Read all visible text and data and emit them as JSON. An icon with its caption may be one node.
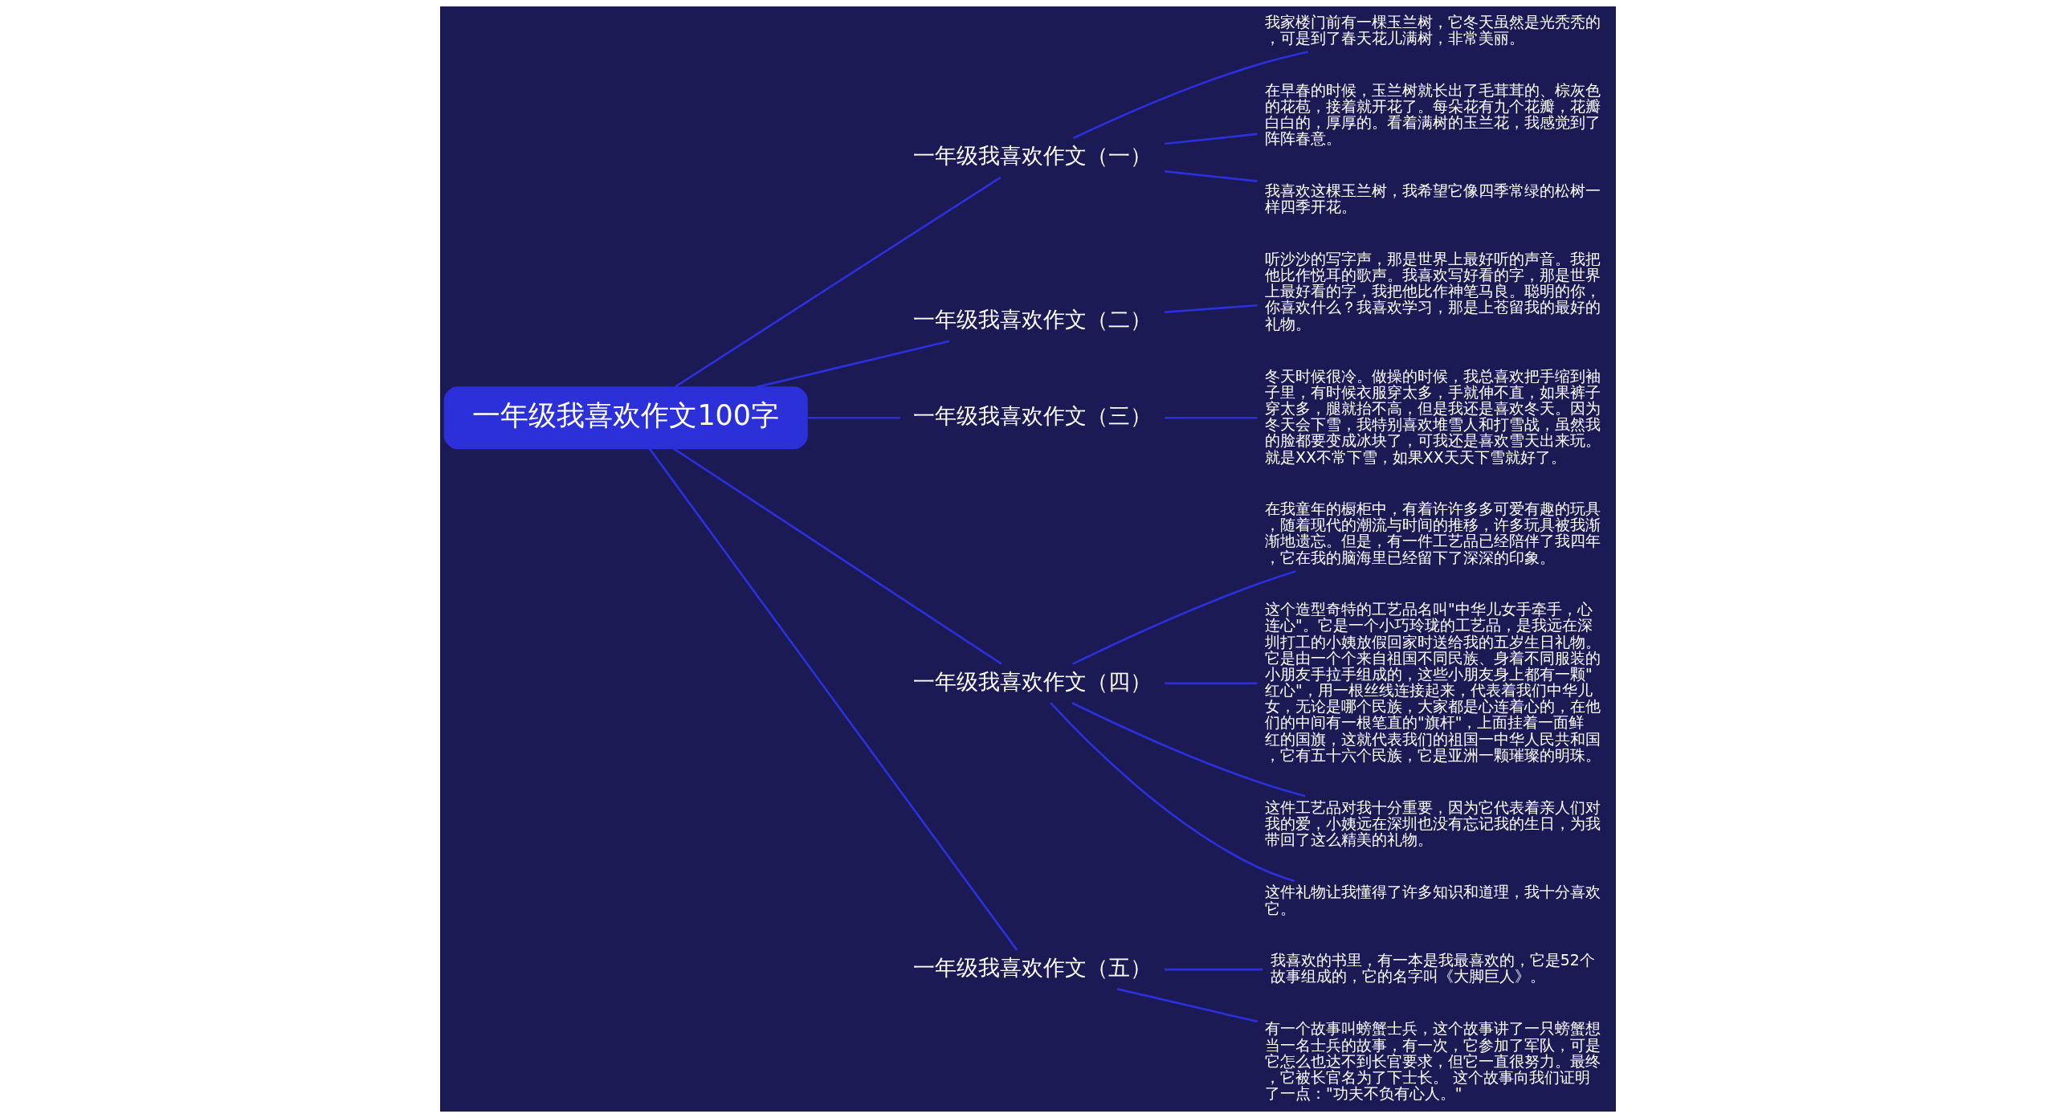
{
  "diagram": {
    "nodes": [
      {
        "text": [
          "一年级我喜欢作文100字"
        ]
      },
      {
        "text": [
          "一年级我喜欢作文（一）"
        ]
      },
      {
        "text": [
          "我家楼门前有一棵玉兰树，它冬天虽然是光秃秃的，可是到了春天花儿满树，非常美丽。"
        ]
      },
      {
        "text": [
          "在早春的时候，玉兰树就长出了毛茸茸的、棕灰色的花苞，接着就开花了。每朵花有九个花瓣，花瓣白白的，厚厚的。看着满树的玉兰花，我感觉到了阵阵春意。"
        ]
      },
      {
        "text": [
          "我喜欢这棵玉兰树，我希望它像四季常绿的松树一样四季开花。"
        ]
      },
      {
        "text": [
          "一年级我喜欢作文（二）"
        ]
      },
      {
        "text": [
          "听沙沙的写字声，那是世界上最好听的声音。我把他比作悦耳的歌声。我喜欢写好看的字，那是世界上最好看的字，我把他比作神笔马良。聪明的你，你喜欢什么？我喜欢学习，那是上苍留我的最好的礼物。"
        ]
      },
      {
        "text": [
          "一年级我喜欢作文（三）"
        ]
      },
      {
        "text": [
          "冬天时候很冷。做操的时候，我总喜欢把手缩到袖子里，有时候衣服穿太多，手就伸不直，如果裤子穿太多，腿就抬不高，但是我还是喜欢冬天。因为冬天会下雪，我特别喜欢堆雪人和打雪战，虽然我的脸都要变成冰块了，可我还是喜欢雪天出来玩。就是XX不常下雪，如果XX天天下雪就好了。"
        ]
      },
      {
        "text": [
          "一年级我喜欢作文（四）"
        ]
      },
      {
        "text": [
          "在我童年的橱柜中，有着许许多多可爱有趣的玩具，随着现代的潮流与时间的推移，许多玩具被我渐渐地遗忘。但是，有一件工艺品已经陪伴了我四年，它在我的脑海里已经留下了深深的印象。"
        ]
      },
      {
        "text": [
          "这个造型奇特的工艺品名叫\"中华儿女手牵手，心连心\"。它是一个小巧玲珑的工艺品，是我远在深圳打工的小姨放假回家时送给我的五岁生日礼物。它是由一个个来自祖国不同民族、身着不同服装的小朋友手拉手组成的，这些小朋友身上都有一颗\"红心\"，用一根丝线连接起来，代表着我们中华儿女，无论是哪个民族，大家都是心连着心的，在他们的中间有一根笔直的\"旗杆\"，上面挂着一面鲜红的国旗，这就代表我们的祖国一中华人民共和国，它有五十六个民族，它是亚洲一颗璀璨的明珠。"
        ]
      },
      {
        "text": [
          "这件工艺品对我十分重要，因为它代表着亲人们对我的爱，小姨远在深圳也没有忘记我的生日，为我带回了这么精美的礼物。"
        ]
      },
      {
        "text": [
          "这件礼物让我懂得了许多知识和道理，我十分喜欢它。"
        ]
      },
      {
        "text": [
          "一年级我喜欢作文（五）"
        ]
      },
      {
        "text": [
          "我喜欢的书里，有一本是我最喜欢的，它是52个故事组成的，它的名字叫《大脚巨人》。"
        ]
      },
      {
        "text": [
          "有一个故事叫螃蟹士兵，这个故事讲了一只螃蟹想当一名士兵的故事，有一次，它参加了军队，可是它怎么也达不到长官要求，但它一直很努力。最终，它被长官名为了下士长。 这个故事向我们证明了一点：\"功夫不负有心人。\""
        ]
      }
    ],
    "edges": [
      {
        "from": 0,
        "to": 1,
        "arrow": "none"
      },
      {
        "from": 1,
        "to": 2,
        "arrow": "none"
      },
      {
        "from": 1,
        "to": 3,
        "arrow": "none"
      },
      {
        "from": 1,
        "to": 4,
        "arrow": "none"
      },
      {
        "from": 0,
        "to": 5,
        "arrow": "none"
      },
      {
        "from": 5,
        "to": 6,
        "arrow": "none"
      },
      {
        "from": 0,
        "to": 7,
        "arrow": "none"
      },
      {
        "from": 7,
        "to": 8,
        "arrow": "none"
      },
      {
        "from": 0,
        "to": 9,
        "arrow": "none"
      },
      {
        "from": 9,
        "to": 10,
        "arrow": "none"
      },
      {
        "from": 9,
        "to": 11,
        "arrow": "none"
      },
      {
        "from": 9,
        "to": 12,
        "arrow": "none"
      },
      {
        "from": 9,
        "to": 13,
        "arrow": "none"
      },
      {
        "from": 0,
        "to": 14,
        "arrow": "none"
      },
      {
        "from": 14,
        "to": 15,
        "arrow": "none"
      },
      {
        "from": 14,
        "to": 16,
        "arrow": "none"
      }
    ]
  }
}
